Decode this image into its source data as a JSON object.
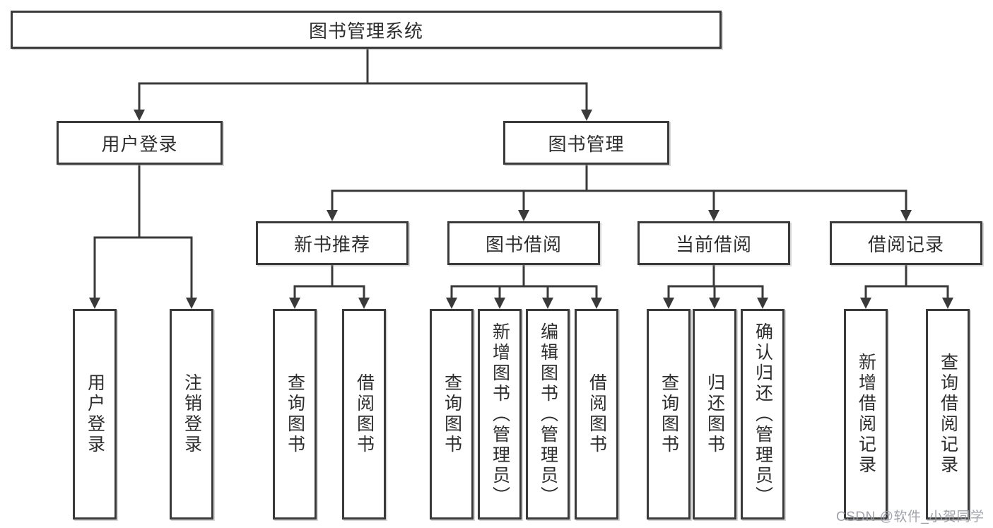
{
  "tree": {
    "label": "图书管理系统",
    "children": [
      {
        "label": "用户登录",
        "children": [
          {
            "label": "用户登录"
          },
          {
            "label": "注销登录"
          }
        ]
      },
      {
        "label": "图书管理",
        "children": [
          {
            "label": "新书推荐",
            "children": [
              {
                "label": "查询图书"
              },
              {
                "label": "借阅图书"
              }
            ]
          },
          {
            "label": "图书借阅",
            "children": [
              {
                "label": "查询图书"
              },
              {
                "label": "新增图书（管理员）"
              },
              {
                "label": "编辑图书（管理员）"
              },
              {
                "label": "借阅图书"
              }
            ]
          },
          {
            "label": "当前借阅",
            "children": [
              {
                "label": "查询图书"
              },
              {
                "label": "归还图书"
              },
              {
                "label": "确认归还（管理员）"
              }
            ]
          },
          {
            "label": "借阅记录",
            "children": [
              {
                "label": "新增借阅记录"
              },
              {
                "label": "查询借阅记录"
              }
            ]
          }
        ]
      }
    ]
  },
  "watermark": "CSDN @软件_小贺同学",
  "colors": {
    "line": "#3a3a3a",
    "text": "#2d2d2d",
    "background": "#ffffff",
    "watermark": "#989aa3"
  }
}
